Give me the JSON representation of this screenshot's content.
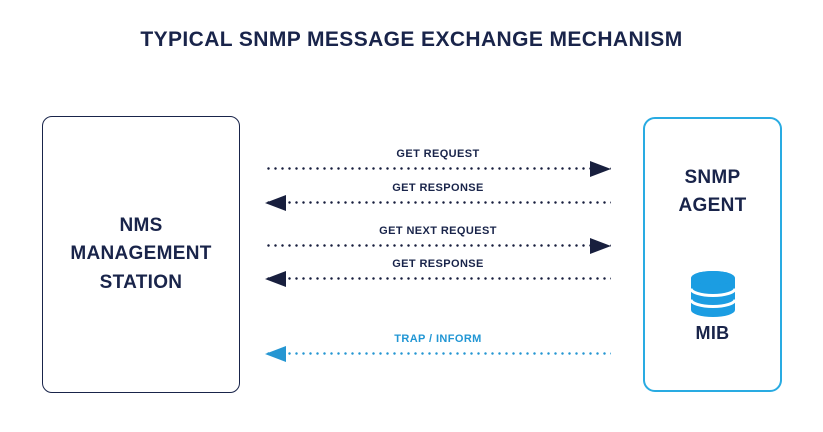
{
  "title": "TYPICAL SNMP MESSAGE EXCHANGE MECHANISM",
  "colors": {
    "navy": "#19244a",
    "arrow_navy": "#181f3e",
    "blue_text": "#2196d4",
    "blue_line": "#2596d2",
    "agent_border": "#29abe2",
    "db_icon_blue": "#1b9de2"
  },
  "nms_box": {
    "label_lines": [
      "NMS",
      "MANAGEMENT",
      "STATION"
    ]
  },
  "agent_box": {
    "label_lines": [
      "SNMP",
      "AGENT"
    ],
    "db_icon": "database-icon",
    "db_label": "MIB"
  },
  "messages": [
    {
      "label": "GET REQUEST",
      "direction": "right",
      "color": "navy"
    },
    {
      "label": "GET RESPONSE",
      "direction": "left",
      "color": "navy"
    },
    {
      "label": "GET NEXT REQUEST",
      "direction": "right",
      "color": "navy"
    },
    {
      "label": "GET RESPONSE",
      "direction": "left",
      "color": "navy"
    },
    {
      "label": "TRAP / INFORM",
      "direction": "left",
      "color": "blue"
    }
  ]
}
